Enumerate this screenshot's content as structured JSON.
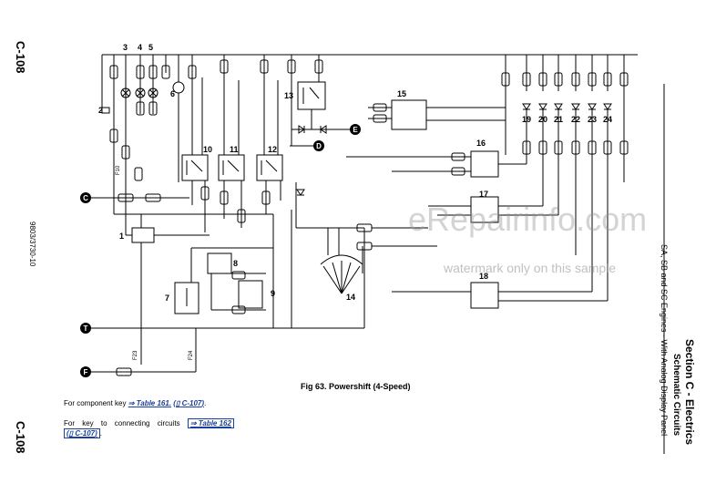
{
  "page": {
    "page_number_top": "C-108",
    "page_number_bottom": "C-108",
    "doc_number": "9803/3730-10"
  },
  "section": {
    "title": "Section C - Electrics",
    "subtitle": "Schematic Circuits",
    "description": "SA, SB and SC Engines - With Analog Display Panel"
  },
  "figure": {
    "caption": "Fig 63. Powershift (4-Speed)"
  },
  "references": {
    "component_key_text": "For component key",
    "component_key_table": "Table 161.",
    "component_key_page": "C-107",
    "connecting_text": "For key to connecting circuits",
    "connecting_table": "Table 162",
    "connecting_page": "C-107"
  },
  "watermark": {
    "main": "eRepairinfo.com",
    "sub": "watermark only on this sample"
  },
  "diagram": {
    "connectors": [
      "C",
      "T",
      "F",
      "E",
      "D"
    ],
    "component_numbers": [
      "1",
      "2",
      "3",
      "4",
      "5",
      "6",
      "7",
      "8",
      "9",
      "10",
      "11",
      "12",
      "13",
      "14",
      "15",
      "16",
      "17",
      "18",
      "19",
      "20",
      "21",
      "22",
      "23",
      "24"
    ],
    "fuse_labels": [
      "F10",
      "F23",
      "F24"
    ]
  },
  "colors": {
    "line": "#000000",
    "xref": "#1a3fa0",
    "watermark": "#969696"
  }
}
